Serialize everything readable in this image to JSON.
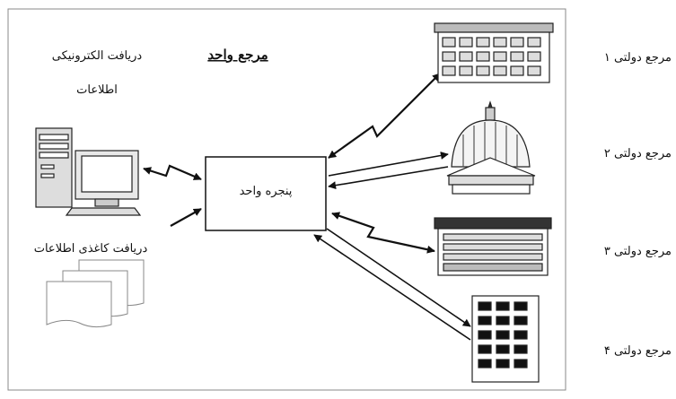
{
  "title": "مرجع واحد",
  "labels": {
    "electronic_receipt": "دریافت الکترونیکی",
    "info": "اطلاعات",
    "paper_receipt": "دریافت کاغذی اطلاعات",
    "single_window": "پنجره واحد"
  },
  "agencies": [
    {
      "label": "مرجع دولتی ۱",
      "icon": "office-building-icon"
    },
    {
      "label": "مرجع دولتی ۲",
      "icon": "domed-building-icon"
    },
    {
      "label": "مرجع دولتی ۳",
      "icon": "commercial-building-icon"
    },
    {
      "label": "مرجع دولتی ۴",
      "icon": "tower-building-icon"
    }
  ],
  "icons": {
    "computer": "desktop-computer-icon",
    "documents": "paper-documents-icon"
  }
}
